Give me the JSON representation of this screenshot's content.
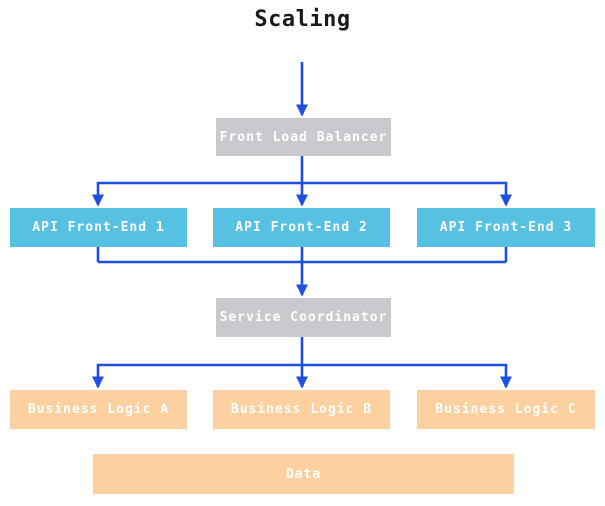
{
  "title": "Scaling",
  "colors": {
    "arrow": "#1d4fe0",
    "balancer_fill": "#c9c9ce",
    "api_fill": "#56c1e3",
    "logic_fill": "#fdd0a0",
    "label_text": "#ffffff",
    "title_text": "#1a1a1a"
  },
  "nodes": {
    "front_load_balancer": {
      "label": "Front Load Balancer"
    },
    "api_front_end_1": {
      "label": "API Front-End 1"
    },
    "api_front_end_2": {
      "label": "API Front-End 2"
    },
    "api_front_end_3": {
      "label": "API Front-End 3"
    },
    "service_coordinator": {
      "label": "Service Coordinator"
    },
    "business_logic_a": {
      "label": "Business Logic A"
    },
    "business_logic_b": {
      "label": "Business Logic B"
    },
    "business_logic_c": {
      "label": "Business Logic C"
    },
    "data": {
      "label": "Data"
    }
  },
  "edges": [
    {
      "from": "Scaling",
      "to": "Front Load Balancer"
    },
    {
      "from": "Front Load Balancer",
      "to": "API Front-End 1"
    },
    {
      "from": "Front Load Balancer",
      "to": "API Front-End 2"
    },
    {
      "from": "Front Load Balancer",
      "to": "API Front-End 3"
    },
    {
      "from": "API Front-End 1",
      "to": "Service Coordinator"
    },
    {
      "from": "API Front-End 2",
      "to": "Service Coordinator"
    },
    {
      "from": "API Front-End 3",
      "to": "Service Coordinator"
    },
    {
      "from": "Service Coordinator",
      "to": "Business Logic A"
    },
    {
      "from": "Service Coordinator",
      "to": "Business Logic B"
    },
    {
      "from": "Service Coordinator",
      "to": "Business Logic C"
    }
  ]
}
